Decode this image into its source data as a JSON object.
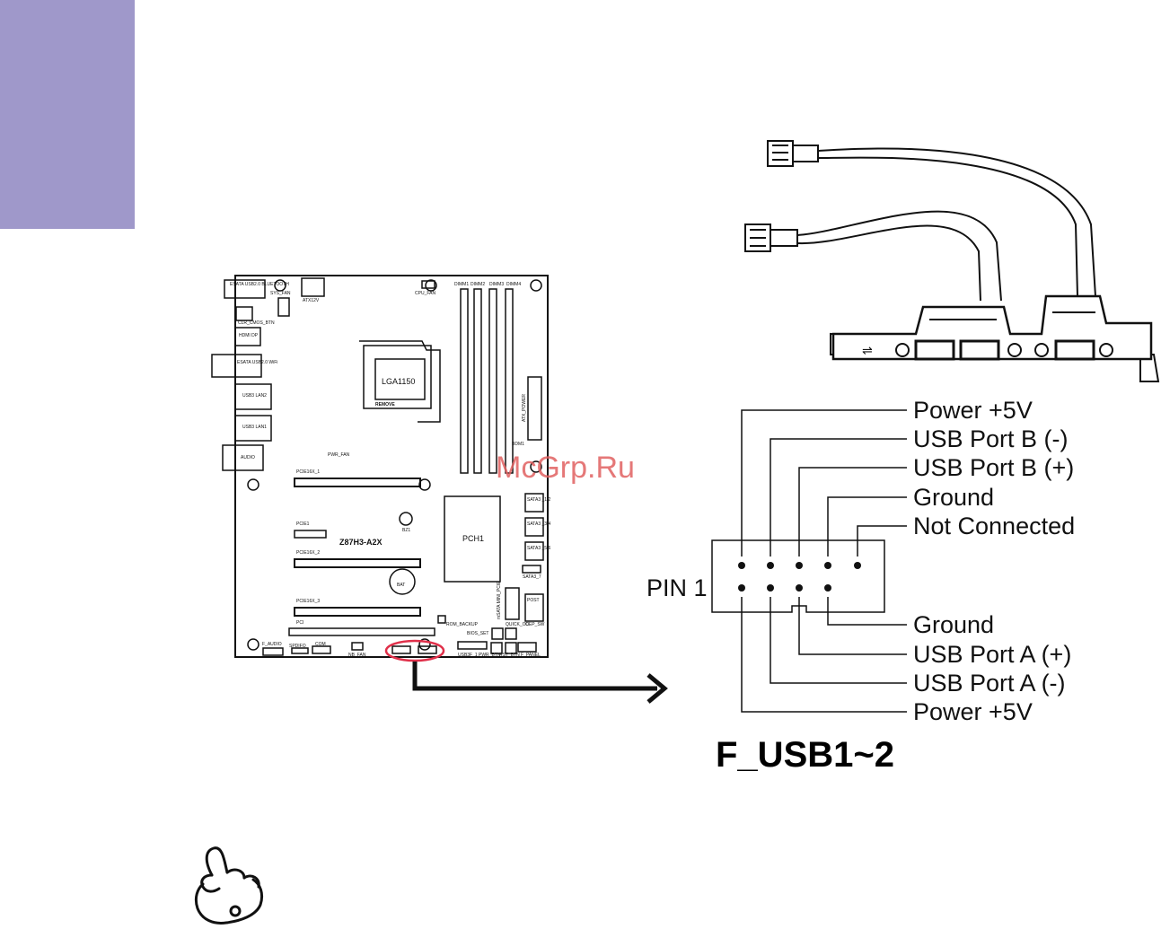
{
  "colors": {
    "tab": "#9f98ca",
    "highlight": "#e0304a",
    "watermark": "#e06060"
  },
  "watermark": "McGrp.Ru",
  "connector_title": "F_USB1~2",
  "pin1_label": "PIN 1",
  "pins_top": [
    "Power +5V",
    "USB Port B (-)",
    "USB Port B (+)",
    "Ground",
    "Not Connected"
  ],
  "pins_bottom": [
    "Ground",
    "USB Port A (+)",
    "USB Port A (-)",
    "Power +5V"
  ],
  "board": {
    "model": "Z87H3-A2X",
    "cpu_socket": "LGA1150",
    "chipset": "PCH1",
    "remove": "REMOVE",
    "io": [
      "ESATA\nUSB2.0\nBLUETOOTH",
      "HDMI\nDP",
      "ESATA\nUSB2.0\nWiFi",
      "USB3\nLAN2",
      "USB3\nLAN1",
      "AUDIO"
    ],
    "clr_cmos": "CLR_CMOS_BTN",
    "sys_fan": "SYS_FAN",
    "atx12v": "ATX12V",
    "cpu_fan": "CPU_FAN",
    "dimms": [
      "DIMM1",
      "DIMM2",
      "DIMM3",
      "DIMM4"
    ],
    "atx_power": "ATX_POWER",
    "pwr_fan": "PWR_FAN",
    "sata": [
      "SATA3\n_1/2",
      "SATA3\n_3/4",
      "SATA3\n_5/6"
    ],
    "sata3_7": "SATA3_7",
    "pcie16_1": "PCIE16X_1",
    "pcie1": "PCIE1",
    "pcie16_2": "PCIE16X_2",
    "pcie16_3": "PCIE16X_3",
    "pci": "PCI",
    "bz1": "BZ1",
    "bat": "BAT",
    "bdm": "BDM1",
    "post": "POST",
    "msata": "mSATA\nMINI_PCIE",
    "rom_backup": "ROM_BACKUP",
    "bios_set": "BIOS_SET",
    "quick_oc": "QUICK_OC",
    "oep_sw": "OEP_SW",
    "f_audio": "F_AUDIO",
    "spdifo": "SPDIFO",
    "com": "COM",
    "nb_fan": "NB_FAN",
    "usb3f_1": "USB3F_1",
    "pwr_btn": "PWR_BTN",
    "rst_btn": "RST_BTN",
    "f_panel": "F_PANEL"
  }
}
